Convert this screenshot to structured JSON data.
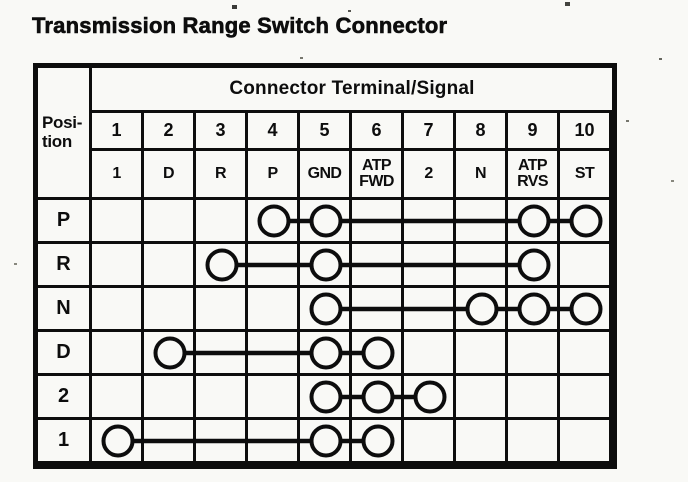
{
  "page": {
    "title": "Transmission Range Switch Connector"
  },
  "colors": {
    "ink": "#0d0d0d",
    "paper": "#f9f9f6"
  },
  "table": {
    "corner_label": "Posi-\ntion",
    "group_header": "Connector Terminal/Signal",
    "terminals": [
      "1",
      "2",
      "3",
      "4",
      "5",
      "6",
      "7",
      "8",
      "9",
      "10"
    ],
    "signals": [
      "1",
      "D",
      "R",
      "P",
      "GND",
      "ATP\nFWD",
      "2",
      "N",
      "ATP\nRVS",
      "ST"
    ],
    "rows": [
      {
        "position": "P",
        "circle_terminals": [
          4,
          5,
          9,
          10
        ],
        "line_span": [
          4,
          10
        ]
      },
      {
        "position": "R",
        "circle_terminals": [
          3,
          5,
          9
        ],
        "line_span": [
          3,
          9
        ]
      },
      {
        "position": "N",
        "circle_terminals": [
          5,
          8,
          9,
          10
        ],
        "line_span": [
          5,
          10
        ]
      },
      {
        "position": "D",
        "circle_terminals": [
          2,
          5,
          6
        ],
        "line_span": [
          2,
          6
        ]
      },
      {
        "position": "2",
        "circle_terminals": [
          5,
          6,
          7
        ],
        "line_span": [
          5,
          7
        ]
      },
      {
        "position": "1",
        "circle_terminals": [
          1,
          5,
          6
        ],
        "line_span": [
          1,
          6
        ]
      }
    ]
  }
}
